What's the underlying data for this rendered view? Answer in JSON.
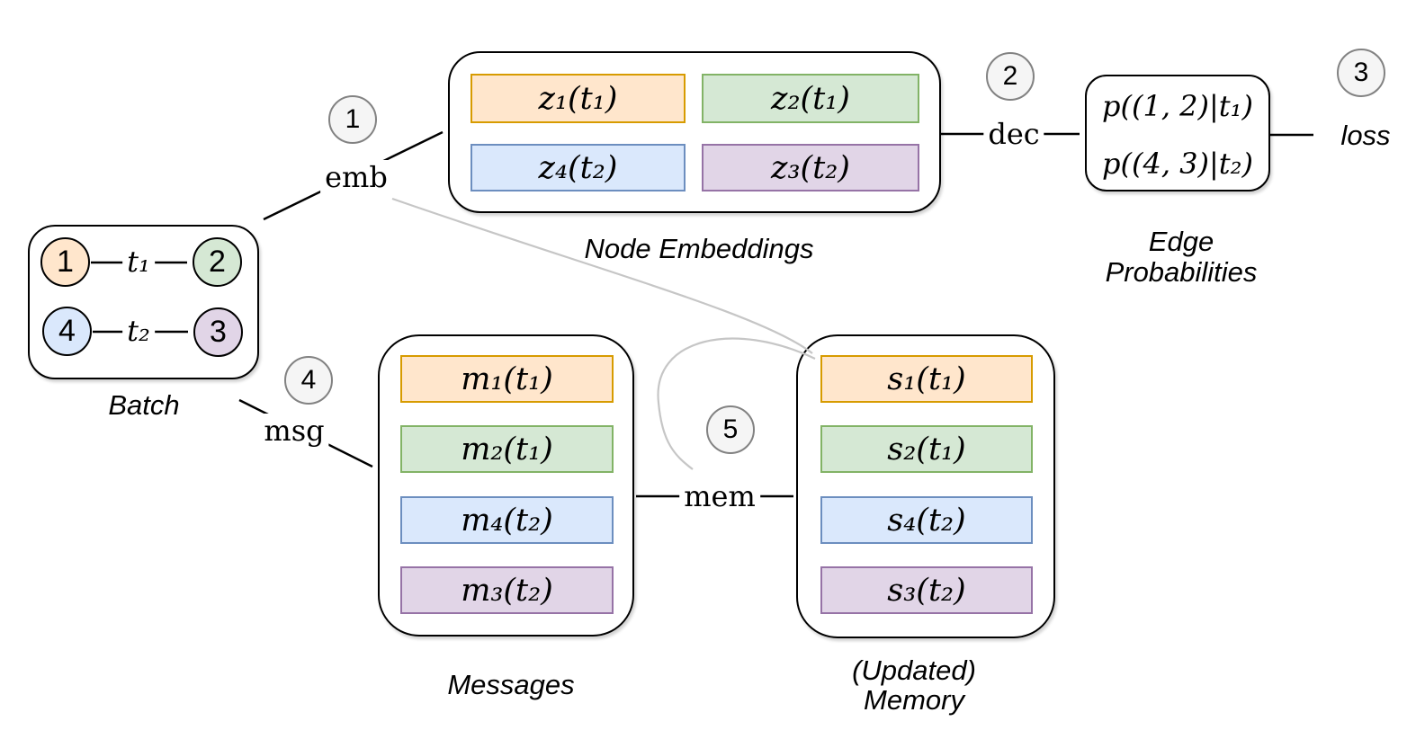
{
  "palette": {
    "orange_fill": "#ffe6cc",
    "orange_stroke": "#d79b00",
    "green_fill": "#d5e8d4",
    "green_stroke": "#82b366",
    "blue_fill": "#dae8fc",
    "blue_stroke": "#6c8ebf",
    "purple_fill": "#e1d5e7",
    "purple_stroke": "#9673a6",
    "step_badge_fill": "#f5f5f5",
    "step_badge_stroke": "#828282",
    "arrow_black": "#000000",
    "arrow_gray": "#c6c6c6"
  },
  "batch": {
    "label": "Batch",
    "nodes": [
      {
        "id": "1",
        "color": "orange"
      },
      {
        "id": "2",
        "color": "green"
      },
      {
        "id": "4",
        "color": "blue"
      },
      {
        "id": "3",
        "color": "purple"
      }
    ],
    "edges": [
      {
        "time_label": "t₁"
      },
      {
        "time_label": "t₂"
      }
    ]
  },
  "node_embeddings": {
    "label": "Node Embeddings",
    "cells": [
      {
        "text": "z₁(t₁)",
        "color": "orange"
      },
      {
        "text": "z₂(t₁)",
        "color": "green"
      },
      {
        "text": "z₄(t₂)",
        "color": "blue"
      },
      {
        "text": "z₃(t₂)",
        "color": "purple"
      }
    ]
  },
  "edge_probabilities": {
    "label_line1": "Edge",
    "label_line2": "Probabilities",
    "rows": [
      "p((1, 2)|t₁)",
      "p((4, 3)|t₂)"
    ]
  },
  "messages": {
    "label": "Messages",
    "cells": [
      {
        "text": "m₁(t₁)",
        "color": "orange"
      },
      {
        "text": "m₂(t₁)",
        "color": "green"
      },
      {
        "text": "m₄(t₂)",
        "color": "blue"
      },
      {
        "text": "m₃(t₂)",
        "color": "purple"
      }
    ]
  },
  "memory": {
    "label_line1": "(Updated)",
    "label_line2": "Memory",
    "cells": [
      {
        "text": "s₁(t₁)",
        "color": "orange"
      },
      {
        "text": "s₂(t₁)",
        "color": "green"
      },
      {
        "text": "s₄(t₂)",
        "color": "blue"
      },
      {
        "text": "s₃(t₂)",
        "color": "purple"
      }
    ]
  },
  "operations": {
    "emb": "emb",
    "dec": "dec",
    "msg": "msg",
    "mem": "mem"
  },
  "loss_label": "loss",
  "steps": [
    "1",
    "2",
    "3",
    "4",
    "5"
  ]
}
